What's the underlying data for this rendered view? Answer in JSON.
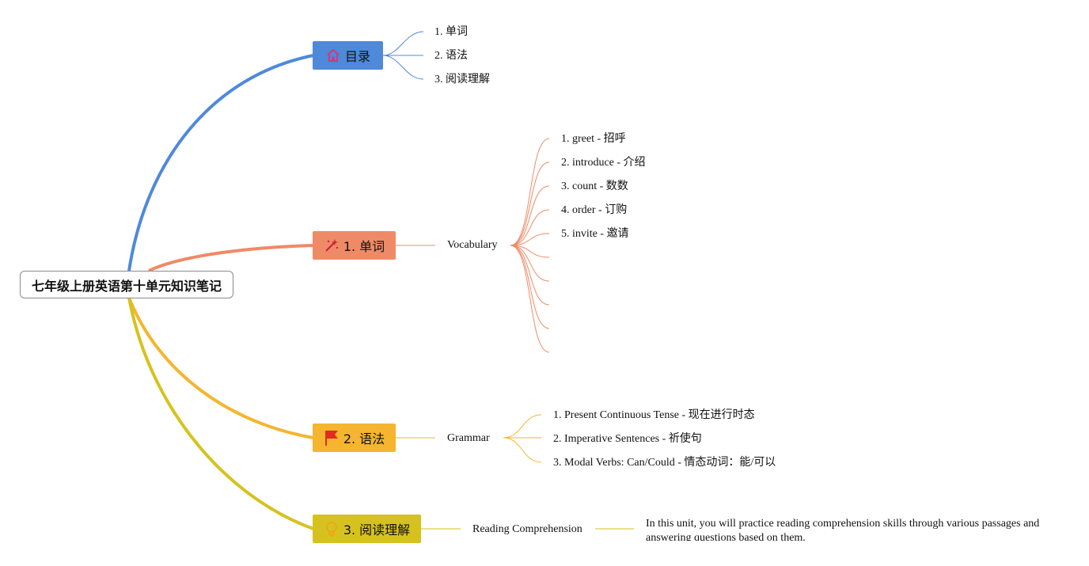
{
  "root": {
    "title": "七年级上册英语第十单元知识笔记"
  },
  "branches": {
    "toc": {
      "label": "目录",
      "icon": "house-icon",
      "color": "#4f89d9",
      "children": [
        "1. 单词",
        "2. 语法",
        "3. 阅读理解"
      ]
    },
    "vocab": {
      "label": "1. 单词",
      "icon": "magic-wand-icon",
      "color": "#ef8a66",
      "sub": "Vocabulary",
      "children": [
        "1. greet - 招呼",
        "2. introduce - 介绍",
        "3. count - 数数",
        "4. order - 订购",
        "5. invite - 邀请"
      ],
      "empty_leaves": 5
    },
    "grammar": {
      "label": "2. 语法",
      "icon": "flag-icon",
      "color": "#f5b52e",
      "sub": "Grammar",
      "children": [
        "1. Present Continuous Tense - 现在进行时态",
        "2. Imperative Sentences - 祈使句",
        "3. Modal Verbs: Can/Could - 情态动词：能/可以"
      ]
    },
    "reading": {
      "label": "3. 阅读理解",
      "icon": "lightbulb-icon",
      "color": "#d6c21f",
      "sub": "Reading Comprehension",
      "text": "In this unit, you will practice reading comprehension skills through various passages and answering questions based on them."
    }
  }
}
